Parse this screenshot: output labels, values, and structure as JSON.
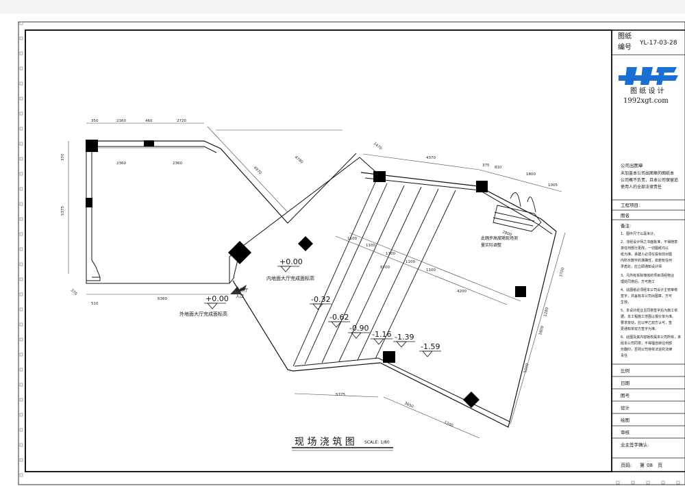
{
  "title_block": {
    "drawing_no_label_1": "图纸",
    "drawing_no_label_2": "编号",
    "drawing_no": "YL-17-03-28",
    "logo_text": "图 纸 设 计",
    "logo_url": "1992xgt.com",
    "stamp_label": "公司出图章",
    "stamp_note_1": "未加盖本公司出图章的图纸本",
    "stamp_note_2": "公司概不负责，且本公司保留追",
    "stamp_note_3": "使用人的全部法律责任",
    "project_label": "工程项目:",
    "drawing_name_label": "图名",
    "notes_label": "备注:",
    "notes": [
      "1、图中尺寸以毫米计。",
      "2、非经设计师之书面批准，不得随意",
      "   将任何部分更改。一切图纸均以",
      "   纸为准。承建人必须在投标前对图",
      "   内所示数字的准确性，如若有任何",
      "   矛盾处，应立即通知设计师",
      "3、凡所有拆除墙体的项目须经物业",
      "   理处同意后，方可施工",
      "4、此图纸必须经本公司设计主管审核",
      "   签字，并盖有本公司出图章，方可",
      "   生效。",
      "5、本设计经业主同意签字后为施工依",
      "   据。本工程施工范围以报价单为准。",
      "   要求变动，应以甲乙双方认可，签",
      "   更通知单双方签字为准。",
      "6、此图及其内容版权属本公司所有，未",
      "   经本公司同意，不得擅自转往何部",
      "   份翻印，否则公司将依法追究法律",
      "   责任"
    ],
    "scale_label": "比例",
    "date_label": "日期",
    "drawing_no_short": "图号",
    "design_label": "设计",
    "draw_label": "绘图",
    "review_label": "审核",
    "owner_sign_label": "业主签字确认:",
    "page_label": "页码:",
    "page_prefix": "第",
    "page_no": "08",
    "page_suffix": "页"
  },
  "plan": {
    "title": "现 场 浇 筑 图",
    "scale": "SCALE: 1/80",
    "entrance_1": "电影厅",
    "entrance_2": "入口",
    "level_outer_value": "+0.00",
    "level_outer_note": "外地面大厅完成面标高",
    "level_inner_value": "+0.00",
    "level_inner_note": "内地面大厅完成面标高",
    "step_levels": [
      "-0.32",
      "-0.62",
      "-0.90",
      "-1.16",
      "-1.39",
      "-1.59"
    ],
    "stair_note_1": "此踏步高度随现场测",
    "stair_note_2": "量实际调整",
    "dims_top": [
      "350",
      "2360",
      "460",
      "2720"
    ],
    "dims_inner": [
      "2360",
      "2360"
    ],
    "dims_left_vertical": [
      "370",
      "5375"
    ],
    "dims_bottom_left": [
      "510",
      "6360"
    ],
    "dims_diagonal_upper": [
      "4970",
      "4780",
      "1470"
    ],
    "dims_right_top": [
      "4370",
      "375",
      "810",
      "1800",
      "1005"
    ],
    "dims_step_rows": [
      "1100",
      "1100",
      "1100",
      "1100",
      "1100"
    ],
    "dim_long_1": "8700",
    "dim_long_2": "4200",
    "dims_right_vertical": [
      "3700",
      "1280",
      "1800",
      "5200"
    ],
    "dims_bottom_right": [
      "5775",
      "3650",
      "1200"
    ],
    "dim_stair_width": "2800",
    "dim_small": "370"
  },
  "colors": {
    "line": "#111111",
    "dim_line": "#444444",
    "logo_blue": "#1a6fd0",
    "frame": "#000000"
  }
}
